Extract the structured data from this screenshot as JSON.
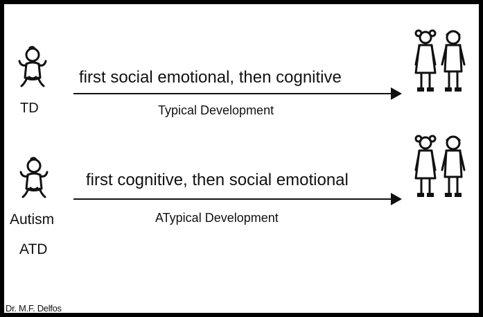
{
  "rows": [
    {
      "id": "td",
      "group_label": "TD",
      "group_sublabel": "",
      "arrow_text": "first social emotional, then cognitive",
      "caption": "Typical Development",
      "icons": {
        "start": "baby-icon",
        "end": "children-icon"
      }
    },
    {
      "id": "atd",
      "group_label": "Autism",
      "group_sublabel": "ATD",
      "arrow_text": "first cognitive, then social emotional",
      "caption": "ATypical Development",
      "icons": {
        "start": "baby-icon",
        "end": "children-icon"
      }
    }
  ],
  "credit": "Dr. M.F. Delfos",
  "colors": {
    "border": "#000000",
    "background": "#ffffff",
    "ink": "#111111"
  }
}
